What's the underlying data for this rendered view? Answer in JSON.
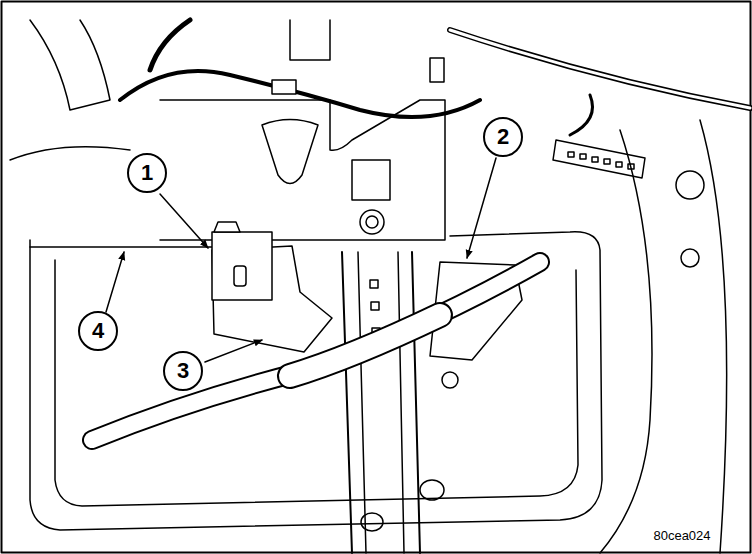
{
  "diagram": {
    "labels": [
      "1",
      "2",
      "3",
      "4",
      "80cea024"
    ]
  }
}
